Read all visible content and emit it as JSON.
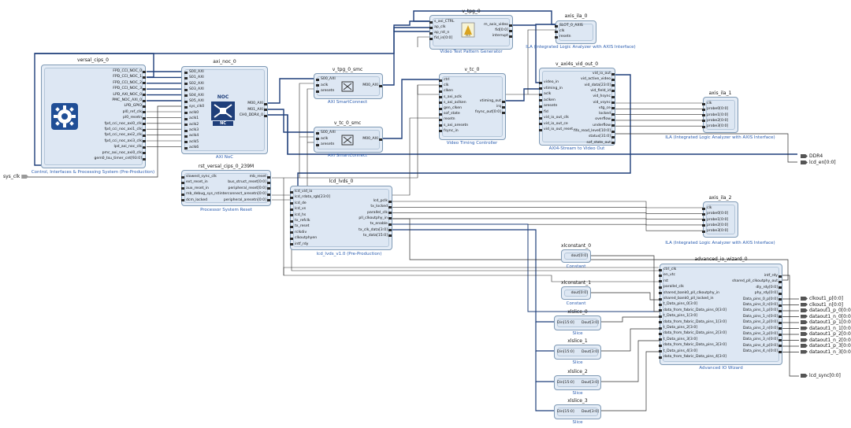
{
  "blocks": {
    "versal_cips": {
      "name": "versal_cips_0",
      "subtitle": "Control, Interfaces & Processing System (Pre-Production)",
      "ports_right": [
        "FPD_CCI_NOC_0",
        "FPD_CCI_NOC_1",
        "FPD_CCI_NOC_2",
        "FPD_CCI_NOC_3",
        "LPD_AXI_NOC_0",
        "PMC_NOC_AXI_0",
        "LPD_GPIO",
        "pl0_ref_clk",
        "pl0_resetn",
        "fpd_cci_noc_axi0_clk",
        "fpd_cci_noc_axi1_clk",
        "fpd_cci_noc_axi2_clk",
        "fpd_cci_noc_axi3_clk",
        "lpd_axi_noc_clk",
        "pmc_axi_noc_axi0_clk",
        "gem0_tsu_timer_cnt[93:0]"
      ]
    },
    "axi_noc": {
      "name": "axi_noc_0",
      "subtitle": "AXI NoC",
      "icon_top": "NOC",
      "icon_bottom": "NC",
      "ports_left": [
        "S00_AXI",
        "S01_AXI",
        "S02_AXI",
        "S03_AXI",
        "S04_AXI",
        "S05_AXI",
        "sys_clk0",
        "aclk0",
        "aclk1",
        "aclk2",
        "aclk3",
        "aclk4",
        "aclk5",
        "aclk6"
      ],
      "ports_right": [
        "M00_AXI",
        "M01_AXI",
        "CH0_DDR4_0"
      ]
    },
    "v_tpg_smc": {
      "name": "v_tpg_0_smc",
      "subtitle": "AXI SmartConnect",
      "ports_left": [
        "S00_AXI",
        "aclk",
        "aresetn"
      ],
      "ports_right": [
        "M00_AXI"
      ]
    },
    "v_tc_smc": {
      "name": "v_tc_0_smc",
      "subtitle": "AXI SmartConnect",
      "ports_left": [
        "S00_AXI",
        "aclk",
        "aresetn"
      ],
      "ports_right": [
        "M00_AXI"
      ]
    },
    "rst": {
      "name": "rst_versal_cips_0_239M",
      "subtitle": "Processor System Reset",
      "ports_left": [
        "slowest_sync_clk",
        "ext_reset_in",
        "aux_reset_in",
        "mb_debug_sys_rst",
        "dcm_locked"
      ],
      "ports_right": [
        "mb_reset",
        "bus_struct_reset[0:0]",
        "peripheral_reset[0:0]",
        "interconnect_aresetn[0:0]",
        "peripheral_aresetn[0:0]"
      ]
    },
    "v_tpg": {
      "name": "v_tpg_0",
      "subtitle": "Video Test Pattern Generator",
      "ports_left": [
        "s_axi_CTRL",
        "ap_clk",
        "ap_rst_n",
        "fid_in[0:0]"
      ],
      "ports_right": [
        "m_axis_video",
        "fid[0:0]",
        "interrupt"
      ]
    },
    "axis_ila_0": {
      "name": "axis_ila_0",
      "subtitle": "ILA (Integrated Logic Analyzer with AXIS Interface)",
      "ports_left": [
        "SLOT_0_AXIS",
        "clk",
        "resetn"
      ]
    },
    "v_tc": {
      "name": "v_tc_0",
      "subtitle": "Video Timing Controller",
      "ports_left": [
        "ctrl",
        "clk",
        "clken",
        "s_axi_aclk",
        "s_axi_aclken",
        "gen_clken",
        "sof_state",
        "resetn",
        "s_axi_aresetn",
        "fsync_in"
      ],
      "ports_right": [
        "vtiming_out",
        "irq",
        "fsync_out[0:0]"
      ]
    },
    "vid_out": {
      "name": "v_axi4s_vid_out_0",
      "subtitle": "AXI4-Stream to Video Out",
      "ports_left": [
        "video_in",
        "vtiming_in",
        "aclk",
        "aclken",
        "aresetn",
        "fid",
        "vid_io_out_clk",
        "vid_io_out_ce",
        "vid_io_out_reset"
      ],
      "ports_right": [
        "vid_io_out",
        "vid_active_video",
        "vid_data[23:0]",
        "vid_field_id",
        "vid_hsync",
        "vid_vsync",
        "vtg_ce",
        "locked",
        "overflow",
        "underflow",
        "fifo_read_level[10:0]",
        "status[31:0]",
        "sof_state_out"
      ]
    },
    "axis_ila_1": {
      "name": "axis_ila_1",
      "subtitle": "ILA (Integrated Logic Analyzer with AXIS Interface)",
      "ports_left": [
        "clk",
        "probe0[0:0]",
        "probe1[0:0]",
        "probe2[0:0]",
        "probe3[0:0]"
      ]
    },
    "axis_ila_2": {
      "name": "axis_ila_2",
      "subtitle": "ILA (Integrated Logic Analyzer with AXIS Interface)",
      "ports_left": [
        "clk",
        "probe0[0:0]",
        "probe1[0:0]",
        "probe2[0:0]",
        "probe3[0:0]"
      ]
    },
    "lcd_lvds": {
      "name": "lcd_lvds_0",
      "subtitle": "lcd_lvds_v1.0 (Pre-Production)",
      "ports_left": [
        "lcd_vid_io",
        "lcd_rdata_rgb[23:0]",
        "lcd_de",
        "lcd_vs",
        "lcd_hs",
        "tx_refclk",
        "tx_reset",
        "rclkdiv",
        "clkoutphyen",
        "intf_rdy"
      ],
      "ports_right": [
        "lcd_pclk",
        "tx_locked",
        "parallel_clk",
        "pll_clkoutphy_in",
        "tx_enable",
        "tx_clk_data[3:0]",
        "tx_data[15:0]"
      ]
    },
    "xlconstant_0": {
      "name": "xlconstant_0",
      "subtitle": "Constant",
      "port": "dout[0:0]"
    },
    "xlconstant_1": {
      "name": "xlconstant_1",
      "subtitle": "Constant",
      "port": "dout[0:0]"
    },
    "xlslice_0": {
      "name": "xlslice_0",
      "subtitle": "Slice",
      "in": "Din[15:0]",
      "out": "Dout[3:0]"
    },
    "xlslice_1": {
      "name": "xlslice_1",
      "subtitle": "Slice",
      "in": "Din[15:0]",
      "out": "Dout[3:0]"
    },
    "xlslice_2": {
      "name": "xlslice_2",
      "subtitle": "Slice",
      "in": "Din[15:0]",
      "out": "Dout[3:0]"
    },
    "xlslice_3": {
      "name": "xlslice_3",
      "subtitle": "Slice",
      "in": "Din[15:0]",
      "out": "Dout[3:0]"
    },
    "aio": {
      "name": "advanced_io_wizard_0",
      "subtitle": "Advanced IO Wizard",
      "ports_left": [
        "ctrl_clk",
        "en_vtc",
        "rst",
        "parallel_clk",
        "shared_bank0_pll_clkoutphy_in",
        "shared_bank0_pll_locked_in",
        "t_Data_pins_0[3:0]",
        "data_from_fabric_Data_pins_0[3:0]",
        "t_Data_pins_1[3:0]",
        "data_from_fabric_Data_pins_1[3:0]",
        "t_Data_pins_2[3:0]",
        "data_from_fabric_Data_pins_2[3:0]",
        "t_Data_pins_3[3:0]",
        "data_from_fabric_Data_pins_3[3:0]",
        "t_Data_pins_4[3:0]",
        "data_from_fabric_Data_pins_4[3:0]"
      ],
      "ports_right": [
        "intf_rdy",
        "shared_pll_clkoutphy_out",
        "dly_rdy[0:0]",
        "phy_rdy[0:0]",
        "Data_pins_0_p[0:0]",
        "Data_pins_0_n[0:0]",
        "Data_pins_1_p[0:0]",
        "Data_pins_1_n[0:0]",
        "Data_pins_2_p[0:0]",
        "Data_pins_2_n[0:0]",
        "Data_pins_3_p[0:0]",
        "Data_pins_3_n[0:0]",
        "Data_pins_4_p[0:0]",
        "Data_pins_4_n[0:0]"
      ]
    }
  },
  "external_ports": {
    "sys_clk": "sys_clk",
    "ddr4": "DDR4",
    "lcd_en": "lcd_en[0:0]",
    "lcd_sync": "lcd_sync[0:0]",
    "lvds_outs": [
      "clkout1_p[0:0]",
      "clkout1_n[0:0]",
      "dataout1_p_0[0:0]",
      "dataout1_n_0[0:0]",
      "dataout1_p_1[0:0]",
      "dataout1_n_1[0:0]",
      "dataout1_p_2[0:0]",
      "dataout1_n_2[0:0]",
      "dataout1_p_3[0:0]",
      "dataout1_n_3[0:0]"
    ]
  },
  "colors": {
    "block_fill": "#e4ecf6",
    "block_border": "#7f9ab5",
    "bus_wire": "#1f3f7a",
    "net_wire": "#2b2b2b",
    "subtitle": "#2a5db0"
  }
}
